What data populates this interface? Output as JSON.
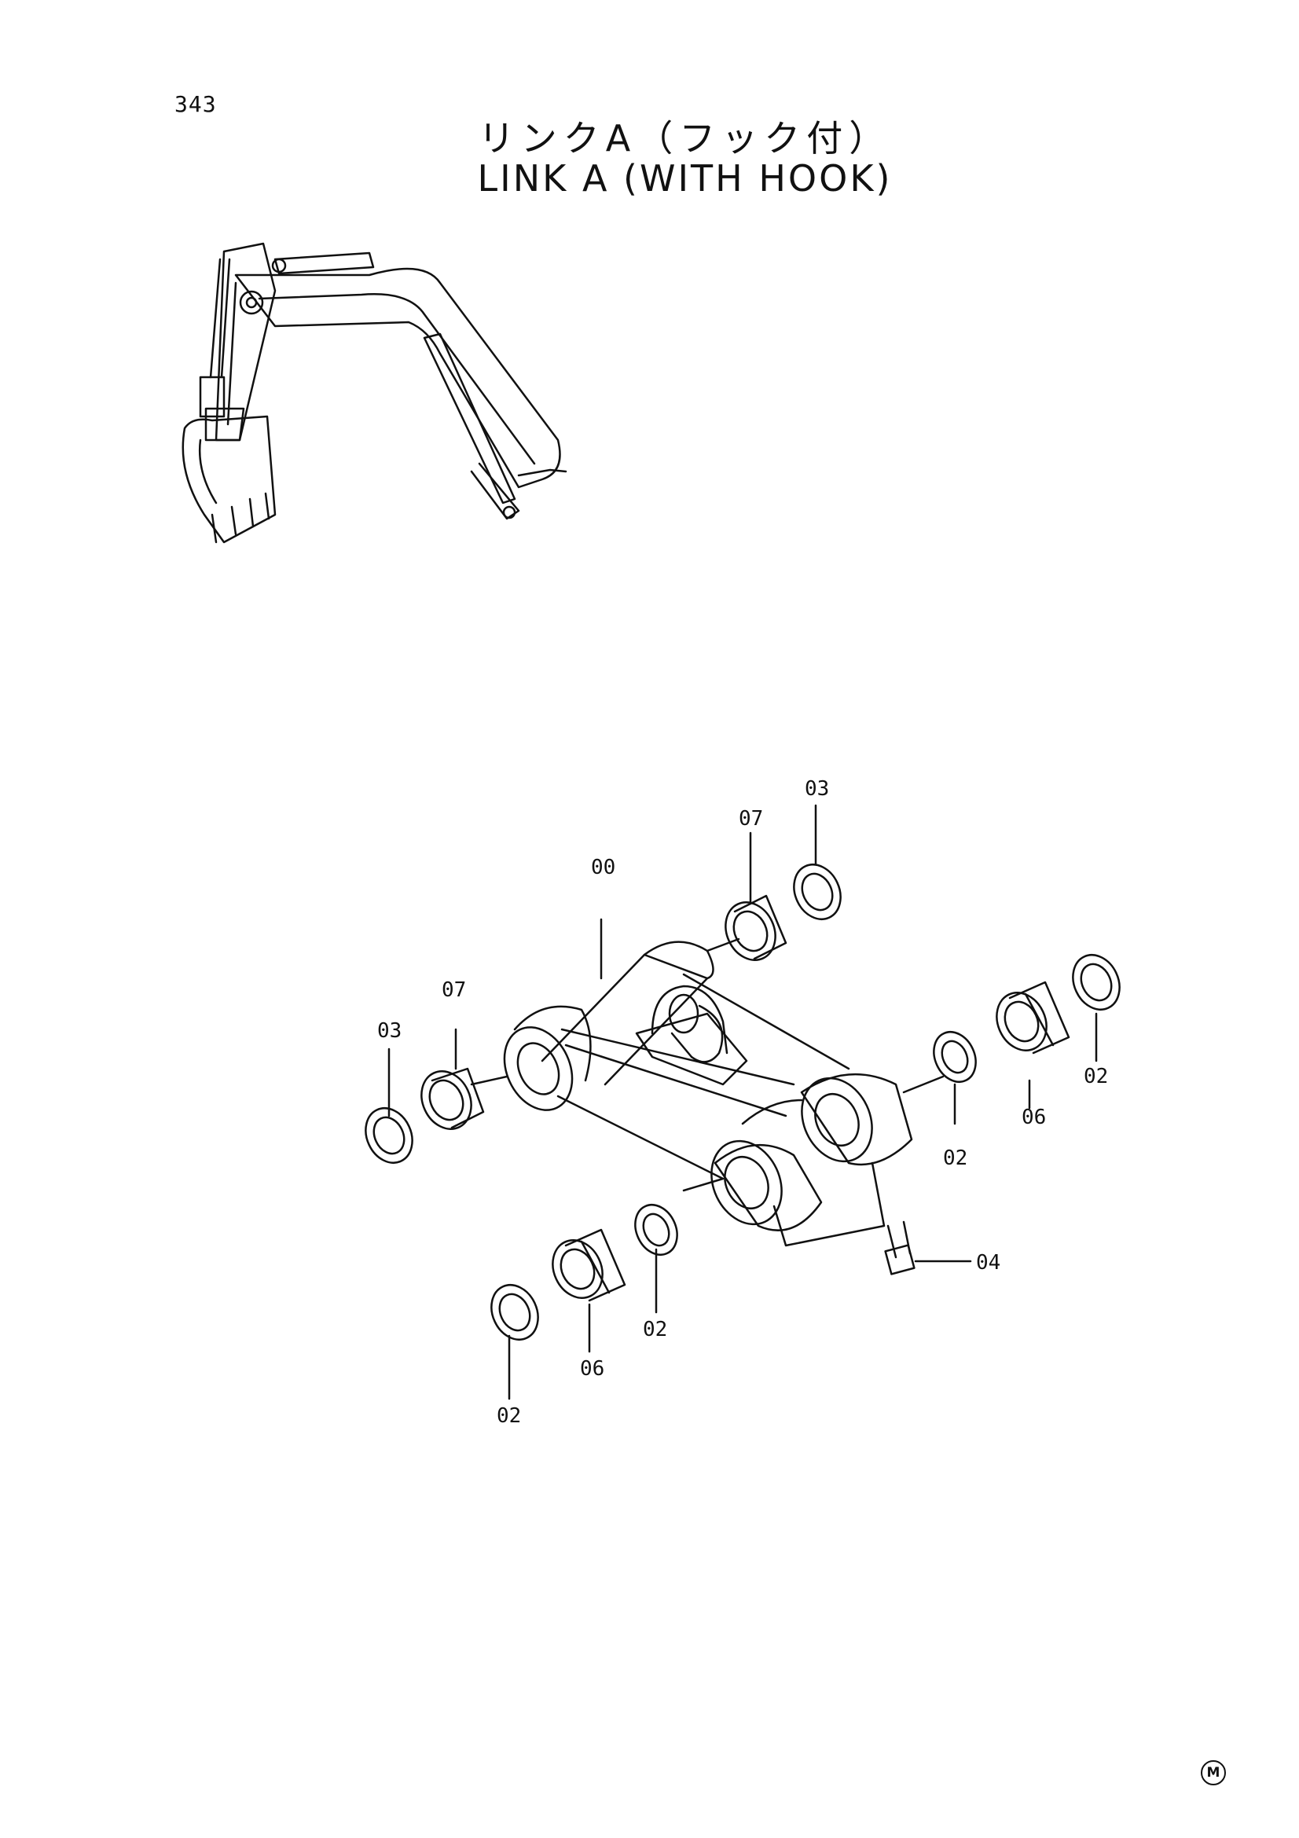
{
  "page_number": "343",
  "title_jp": "リンクA（フック付）",
  "title_en": "LINK A (WITH HOOK)",
  "corner_mark": "M",
  "icons": {
    "overview": "excavator-front-attachment-icon",
    "assembly": "link-assembly-icon"
  },
  "callouts": [
    {
      "id": "c00",
      "label": "00"
    },
    {
      "id": "c07a",
      "label": "07"
    },
    {
      "id": "c03a",
      "label": "03"
    },
    {
      "id": "c07b",
      "label": "07"
    },
    {
      "id": "c03b",
      "label": "03"
    },
    {
      "id": "c02a",
      "label": "02"
    },
    {
      "id": "c06a",
      "label": "06"
    },
    {
      "id": "c02b",
      "label": "02"
    },
    {
      "id": "c02c",
      "label": "02"
    },
    {
      "id": "c06b",
      "label": "06"
    },
    {
      "id": "c02d",
      "label": "02"
    },
    {
      "id": "c04",
      "label": "04"
    }
  ]
}
